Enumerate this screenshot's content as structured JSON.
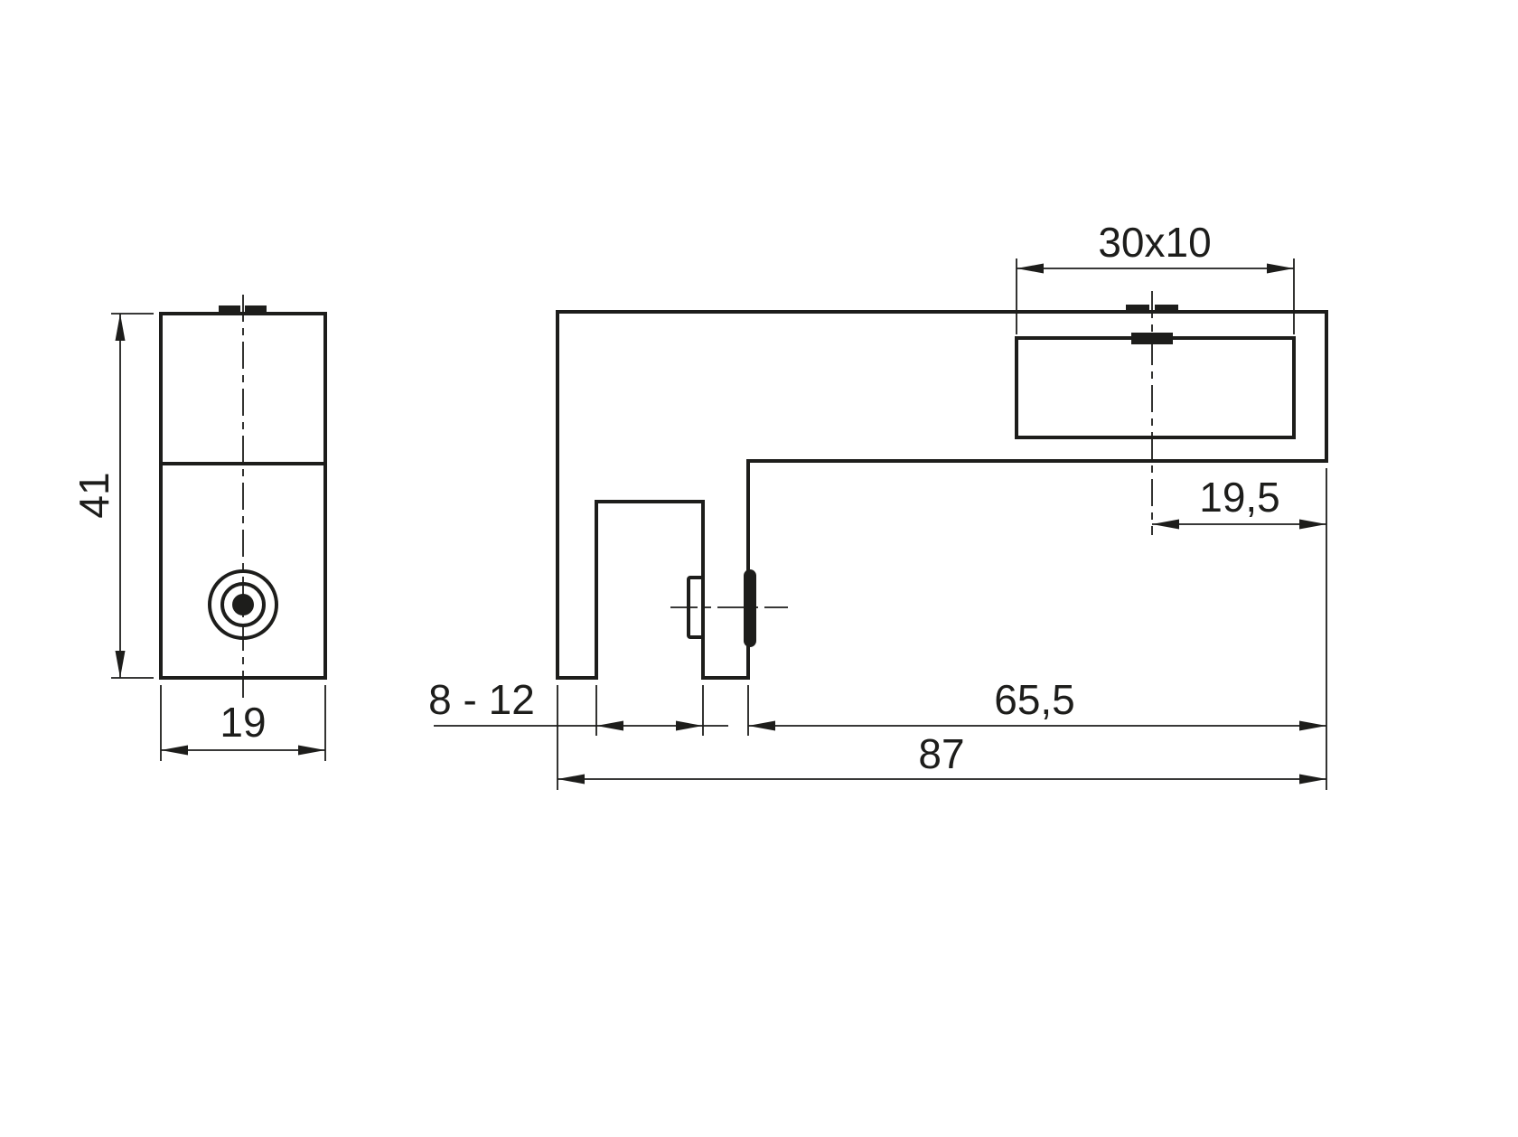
{
  "page": {
    "background": "#ffffff",
    "line_color": "#1d1d1b"
  },
  "drawing": {
    "dimensions": {
      "side_height": "41",
      "side_width": "19",
      "slot_size": "30x10",
      "screw_to_edge": "19,5",
      "glass_thickness_range": "8 - 12",
      "arm_length": "65,5",
      "overall_length": "87"
    }
  }
}
